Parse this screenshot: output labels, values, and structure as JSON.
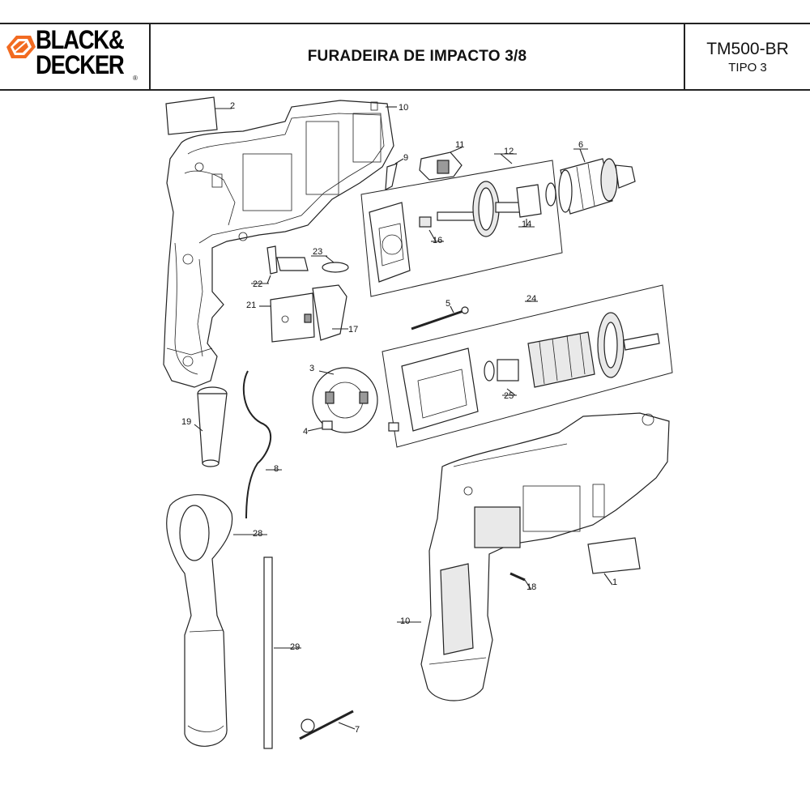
{
  "header": {
    "brand": {
      "line1": "BLACK&",
      "line2": "DECKER",
      "registered": "®"
    },
    "title": "FURADEIRA DE IMPACTO 3/8",
    "model": "TM500-BR",
    "tipo": "TIPO 3"
  },
  "callouts": {
    "c1": "1",
    "c2": "2",
    "c3": "3",
    "c4": "4",
    "c5": "5",
    "c6": "6",
    "c7": "7",
    "c8": "8",
    "c9": "9",
    "c10a": "10",
    "c10b": "10",
    "c11": "11",
    "c12": "12",
    "c14": "14",
    "c16": "16",
    "c17": "17",
    "c18": "18",
    "c19": "19",
    "c21": "21",
    "c22": "22",
    "c23": "23",
    "c24": "24",
    "c25": "25",
    "c28": "28",
    "c29": "29"
  },
  "colors": {
    "brand_orange": "#f26b21",
    "line": "#222222"
  }
}
